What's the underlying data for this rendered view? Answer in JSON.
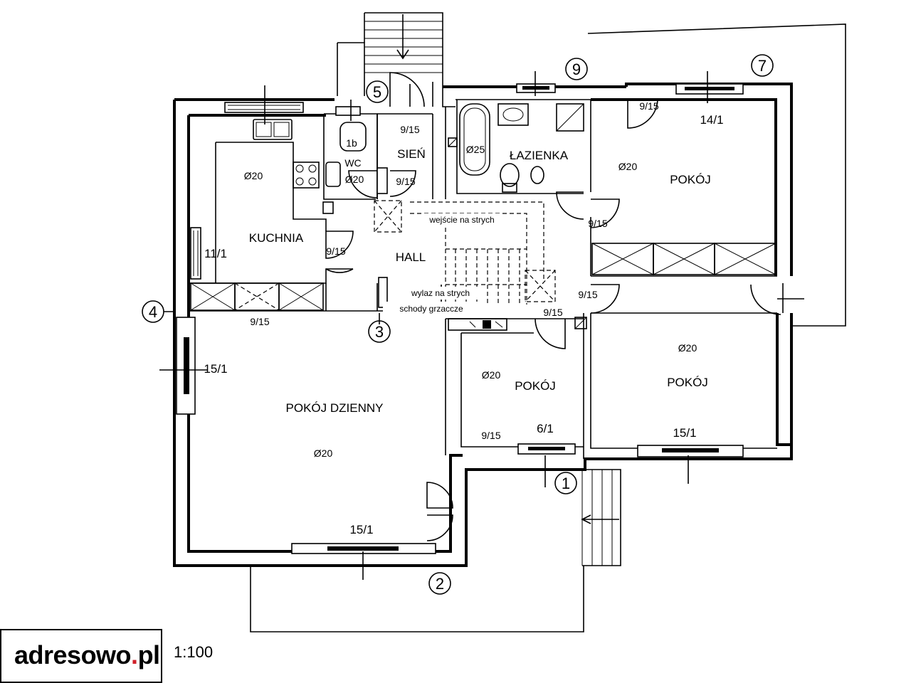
{
  "rooms": {
    "kuchnia": "KUCHNIA",
    "hall": "HALL",
    "sien": "SIEŃ",
    "lazienka": "ŁAZIENKA",
    "wc": "WC",
    "pokoj": "POKÓJ",
    "pokoj_dzienny": "POKÓJ DZIENNY"
  },
  "notes": {
    "wejscie_na_strych": "wejście na strych",
    "wylaz_na_strych": "wylaz na strych",
    "schody_grzaccze": "schody grzaccze"
  },
  "doors": {
    "d915": "9/15"
  },
  "windows": {
    "w11": "11/1",
    "w15": "15/1",
    "w14": "14/1",
    "w6": "6/1",
    "w1b": "1b"
  },
  "heat": {
    "h20": "Ø20",
    "h25": "Ø25"
  },
  "axes": {
    "a1": "1",
    "a2": "2",
    "a3": "3",
    "a4": "4",
    "a5": "5",
    "a7": "7",
    "a9": "9"
  },
  "logo": {
    "name": "adresowo",
    "dot": ".",
    "tld": "pl"
  },
  "scale": "1:100"
}
